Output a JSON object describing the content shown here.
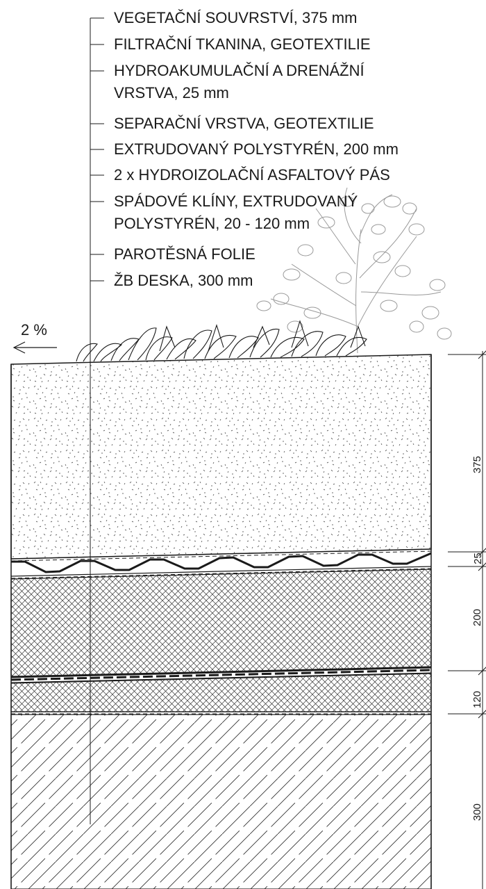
{
  "legend": {
    "layers": [
      "VEGETAČNÍ SOUVRSTVÍ, 375 mm",
      "FILTRAČNÍ TKANINA, GEOTEXTILIE",
      "HYDROAKUMULAČNÍ A DRENÁŽNÍ",
      "VRSTVA, 25 mm",
      "SEPARAČNÍ VRSTVA, GEOTEXTILIE",
      "EXTRUDOVANÝ POLYSTYRÉN, 200 mm",
      "2 x HYDROIZOLAČNÍ ASFALTOVÝ PÁS",
      "SPÁDOVÉ KLÍNY, EXTRUDOVANÝ",
      "POLYSTYRÉN, 20 - 120 mm",
      "PAROTĚSNÁ FOLIE",
      "ŽB DESKA, 300 mm"
    ]
  },
  "slope": {
    "label": "2 %"
  },
  "dimensions": [
    "375",
    "25",
    "200",
    "120",
    "300"
  ],
  "colors": {
    "line": "#1a1a1a",
    "hatch": "#333333",
    "plant": "#999999",
    "background": "#ffffff"
  },
  "icons": [
    "shrub-icon",
    "tall-plant-icon",
    "arrow-left-icon"
  ]
}
